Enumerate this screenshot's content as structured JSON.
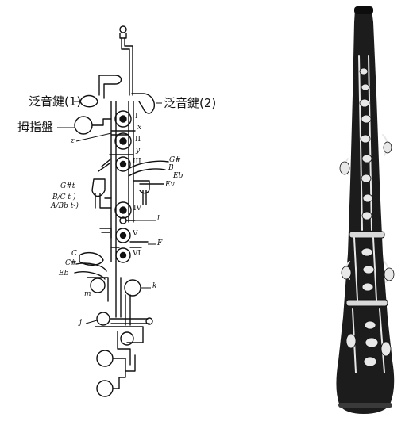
{
  "diagram": {
    "left_labels": {
      "harmonic_key_1": "泛音鍵(1)",
      "thumb_plate": "拇指盤"
    },
    "right_labels": {
      "harmonic_key_2": "泛音鍵(2)"
    },
    "key_labels": {
      "z": "z",
      "I": "I",
      "II": "II",
      "III": "III",
      "IV": "IV",
      "V": "V",
      "VI": "VI",
      "x": "x",
      "y": "y",
      "gsharp_upper": "G#",
      "b_upper": "B",
      "eb_upper": "Eb",
      "ev": "Ev",
      "gsharp_left": "G#t-",
      "bc": "B/C t-)",
      "abb": "A/Bb t-)",
      "l": "l",
      "f": "F",
      "c": "C",
      "csharp": "C#",
      "eb_lower": "Eb",
      "m": "m",
      "k": "k",
      "j": "j"
    }
  },
  "colors": {
    "ink": "#111111",
    "instrument_body": "#1c1c1c",
    "instrument_key": "#e8e8e8"
  }
}
